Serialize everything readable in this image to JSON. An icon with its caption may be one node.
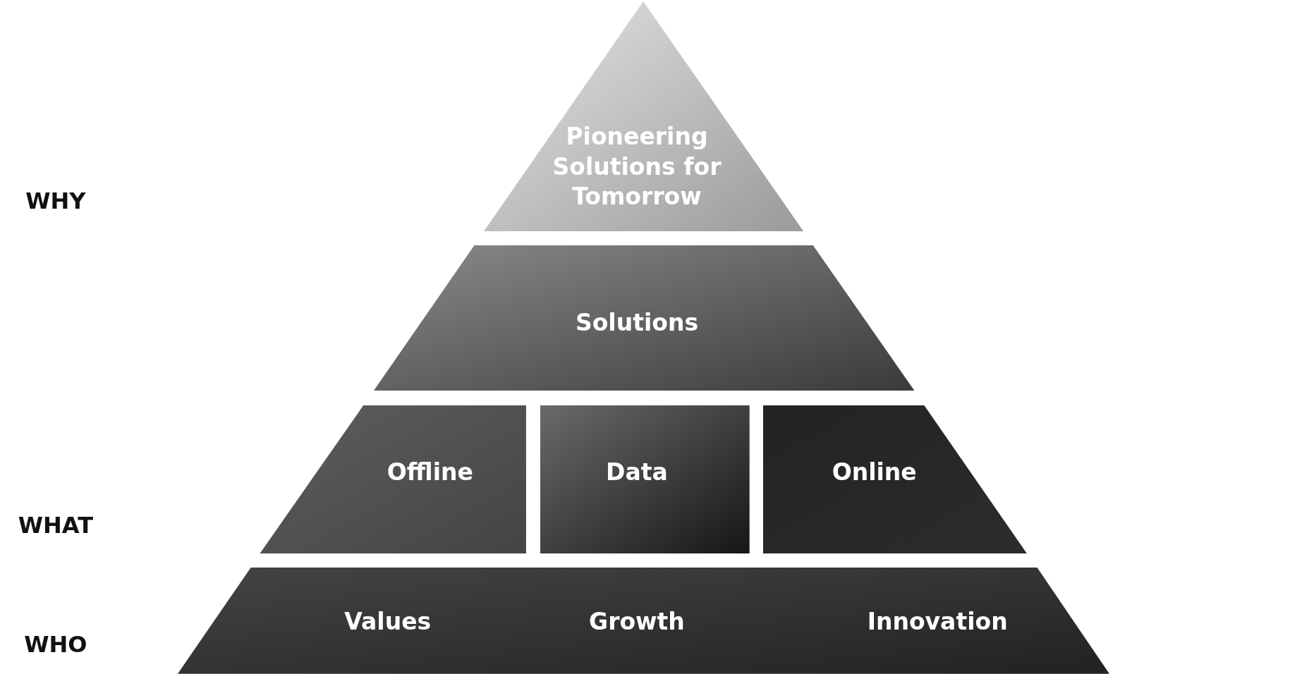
{
  "diagram": {
    "nodes": [
      {
        "text": [
          "Pioneering Solutions for Tomorrow"
        ]
      },
      {
        "text": [
          "Solutions"
        ]
      },
      {
        "text": [
          "Offline"
        ]
      },
      {
        "text": [
          "Data"
        ]
      },
      {
        "text": [
          "Online"
        ]
      },
      {
        "text": [
          "Values",
          "Growth",
          "Innovation"
        ]
      }
    ],
    "edges": [],
    "labels": [
      "WHY",
      "WHAT",
      "WHO"
    ]
  }
}
